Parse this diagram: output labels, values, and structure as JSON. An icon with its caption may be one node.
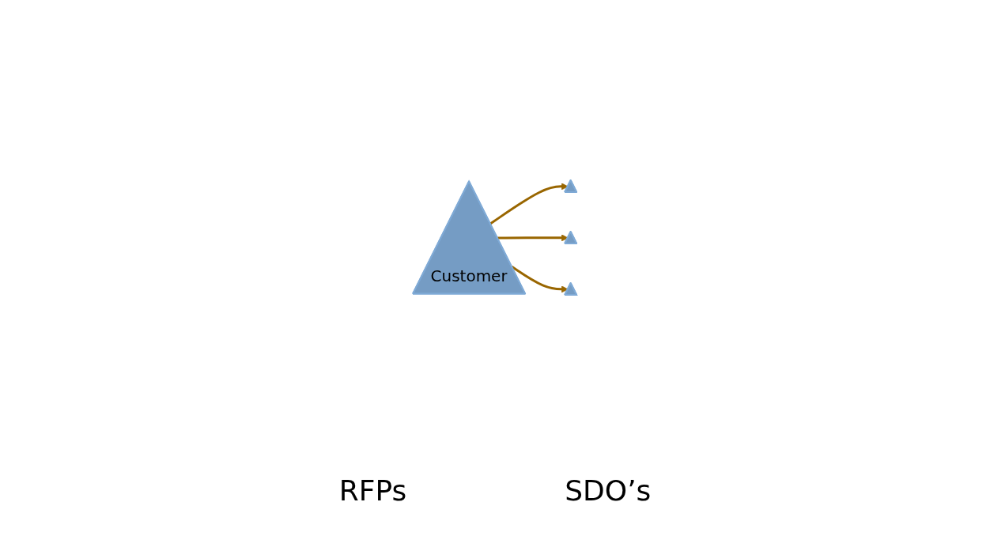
{
  "diagram": {
    "nodes": [
      {
        "text": [
          "Customer"
        ]
      },
      {
        "text": [],
        "shape": "triangle"
      },
      {
        "text": [],
        "shape": "triangle"
      },
      {
        "text": [],
        "shape": "triangle"
      }
    ],
    "edges": [
      {
        "from": 0,
        "to": 1,
        "arrow": "to"
      },
      {
        "from": 0,
        "to": 2,
        "arrow": "to"
      },
      {
        "from": 0,
        "to": 3,
        "arrow": "to"
      }
    ],
    "labels": [
      "RFPs",
      "SDO’s"
    ]
  }
}
